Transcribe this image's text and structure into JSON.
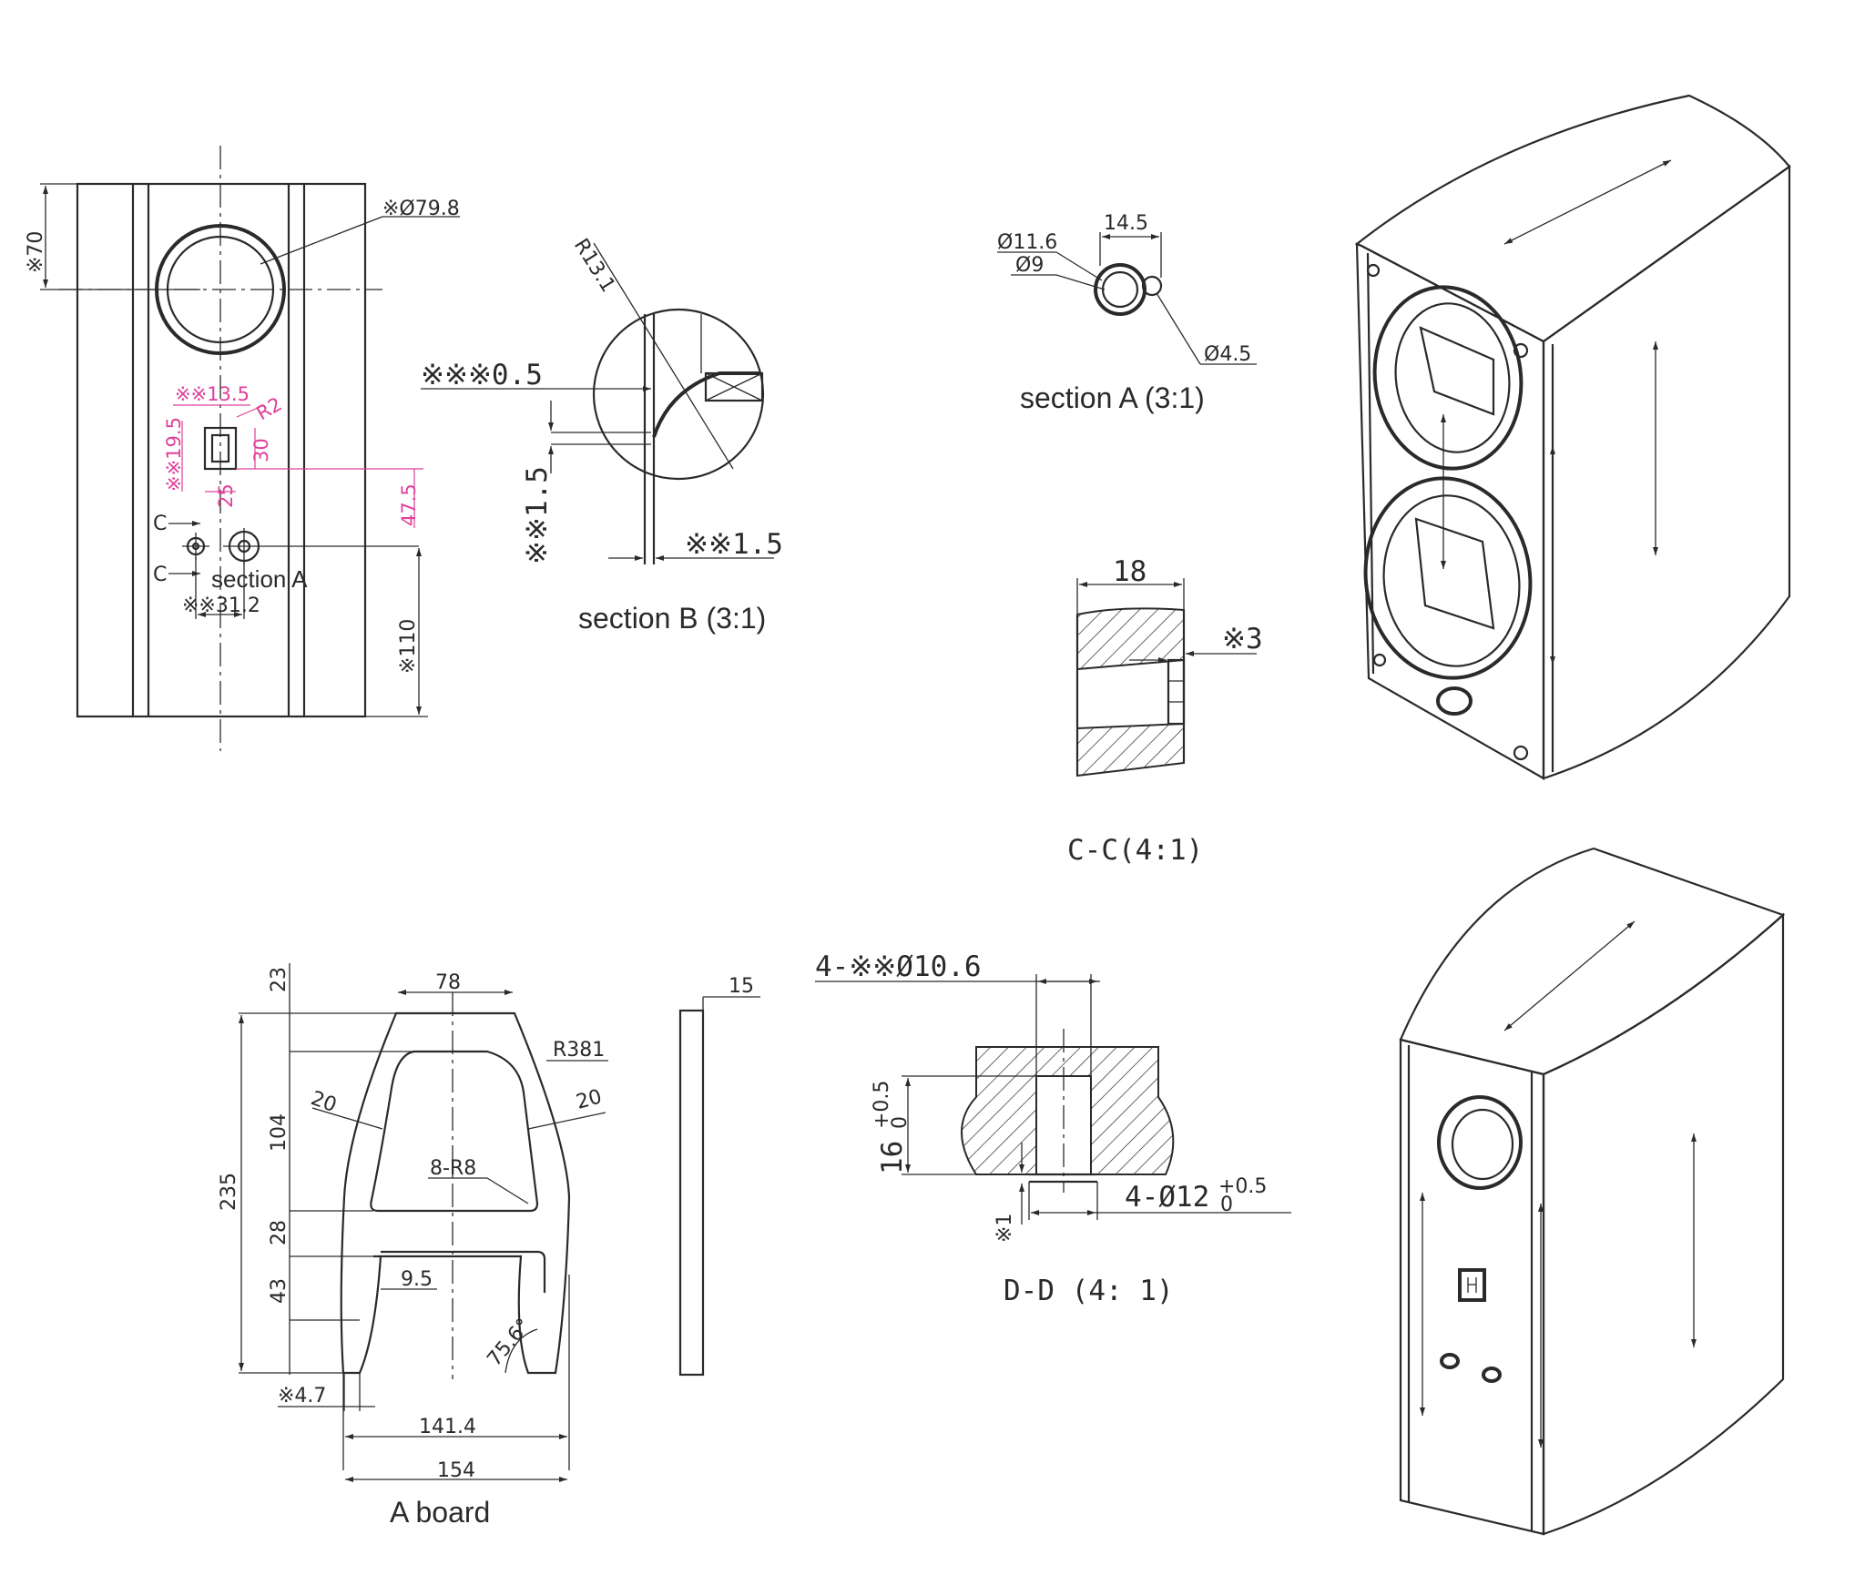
{
  "front_view": {
    "dims": {
      "d70": "※70",
      "d798": "※Ø79.8",
      "d135": "※※13.5",
      "d195": "※※19.5",
      "dR2": "R2",
      "d30": "30",
      "d25": "25",
      "d475": "47.5",
      "d312": "※※31.2",
      "d110": "※110"
    },
    "cut_marker": "C",
    "section_label": "section A"
  },
  "section_b": {
    "title": "section B (3:1)",
    "dims": {
      "r131": "R13.1",
      "d05": "※※※0.5",
      "d15v": "※※1.5",
      "d15h": "※※1.5"
    }
  },
  "section_a": {
    "title": "section A (3:1)",
    "dims": {
      "d145": "14.5",
      "d116": "Ø11.6",
      "d9": "Ø9",
      "d45": "Ø4.5"
    }
  },
  "section_cc": {
    "title": "C-C(4:1)",
    "dims": {
      "d18": "18",
      "d3": "※3"
    }
  },
  "a_board": {
    "title": "A board",
    "dims": {
      "d78": "78",
      "d23": "23",
      "r381": "R381",
      "d20a": "20",
      "d20b": "20",
      "d104": "104",
      "d235": "235",
      "r8": "8-R8",
      "d28": "28",
      "d43": "43",
      "d95": "9.5",
      "a756": "75.6°",
      "d47": "※4.7",
      "d1414": "141.4",
      "d154": "154"
    }
  },
  "side_board": {
    "dims": {
      "d15": "15"
    }
  },
  "section_dd": {
    "title": "D-D (4: 1)",
    "dims": {
      "d106": "4-※※Ø10.6",
      "d16": "16",
      "d16tol_up": "+0.5",
      "d16tol_lo": "0",
      "d12": "4-Ø12",
      "d12tol_up": "+0.5",
      "d12tol_lo": "0",
      "d1": "※1"
    }
  }
}
